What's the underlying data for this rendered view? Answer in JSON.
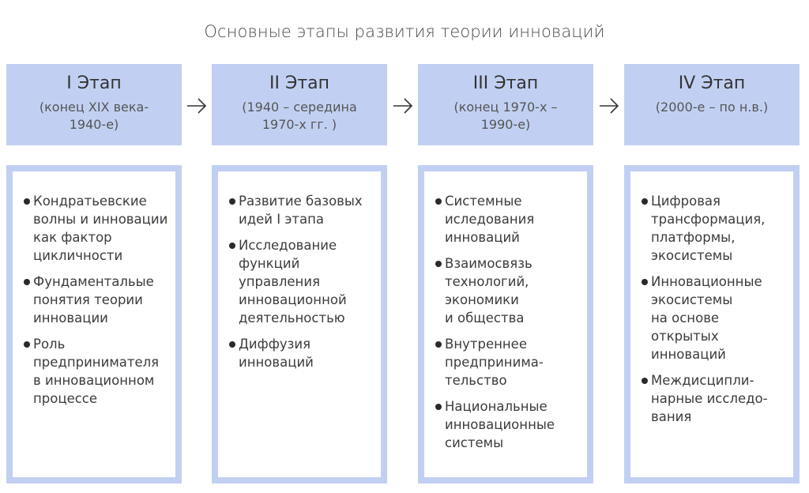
{
  "title": "Основные этапы развития теории инноваций",
  "stages": [
    {
      "name": "I Этап",
      "period": "(конец  XIX века-\n1940-е)",
      "items": [
        " Кондратьевские\nволны и инновации\nкак фактор\nцикличности",
        "Фундаментальые\nпонятия теории\nинновации",
        "Роль\nпредпринимателя\nв инновационном\nпроцессе"
      ]
    },
    {
      "name": "II Этап",
      "period": "(1940 – середина\n1970-х гг. )",
      "items": [
        " Развитие базовых\nидей I этапа",
        "Исследование\nфункций\nуправления\nинновационной\nдеятельностью",
        "Диффузия\nинноваций"
      ]
    },
    {
      "name": "III Этап",
      "period": "(конец 1970-х –\n1990-е)",
      "items": [
        " Системные\nиследования\nинноваций",
        "Взаимосвязь\nтехнологий,\nэкономики\nи общества",
        "Внутреннее\nпредпринима-\nтельство",
        "Национальные\nинновационные\nсистемы"
      ]
    },
    {
      "name": "IV Этап",
      "period": "(2000-е – по н.в.)",
      "items": [
        " Цифровая\nтрансформация,\nплатформы,\nэкосистемы",
        "Инновационные\nэкосистемы\nна основе\nоткрытых\nинноваций",
        "Междисципли-\nнарные исследо-\nвания"
      ]
    }
  ],
  "arrows": [
    "arrow-right",
    "arrow-right",
    "arrow-right"
  ],
  "colors": {
    "header_fill": "#c1d0f2",
    "box_border": "#c1d0f2",
    "text": "#3c3c3c"
  }
}
